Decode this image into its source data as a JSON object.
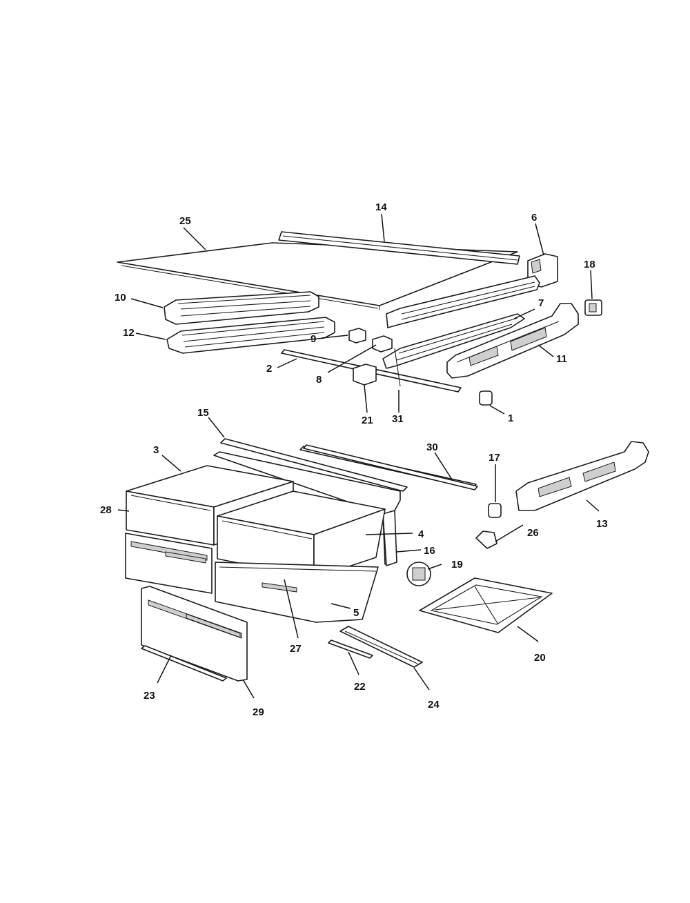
{
  "colors": {
    "line": "#1a1a1a",
    "background": "#ffffff"
  },
  "callouts": [
    {
      "id": "c1",
      "text": "1"
    },
    {
      "id": "c2",
      "text": "2"
    },
    {
      "id": "c3",
      "text": "3"
    },
    {
      "id": "c4",
      "text": "4"
    },
    {
      "id": "c5",
      "text": "5"
    },
    {
      "id": "c6",
      "text": "6"
    },
    {
      "id": "c7",
      "text": "7"
    },
    {
      "id": "c8",
      "text": "8"
    },
    {
      "id": "c9",
      "text": "9"
    },
    {
      "id": "c10",
      "text": "10"
    },
    {
      "id": "c11",
      "text": "11"
    },
    {
      "id": "c12",
      "text": "12"
    },
    {
      "id": "c13",
      "text": "13"
    },
    {
      "id": "c14",
      "text": "14"
    },
    {
      "id": "c15",
      "text": "15"
    },
    {
      "id": "c16",
      "text": "16"
    },
    {
      "id": "c17",
      "text": "17"
    },
    {
      "id": "c18",
      "text": "18"
    },
    {
      "id": "c19",
      "text": "19"
    },
    {
      "id": "c20",
      "text": "20"
    },
    {
      "id": "c21",
      "text": "21"
    },
    {
      "id": "c22",
      "text": "22"
    },
    {
      "id": "c23",
      "text": "23"
    },
    {
      "id": "c24",
      "text": "24"
    },
    {
      "id": "c25",
      "text": "25"
    },
    {
      "id": "c26",
      "text": "26"
    },
    {
      "id": "c27",
      "text": "27"
    },
    {
      "id": "c28",
      "text": "28"
    },
    {
      "id": "c29",
      "text": "29"
    },
    {
      "id": "c30",
      "text": "30"
    },
    {
      "id": "c31",
      "text": "31"
    }
  ]
}
